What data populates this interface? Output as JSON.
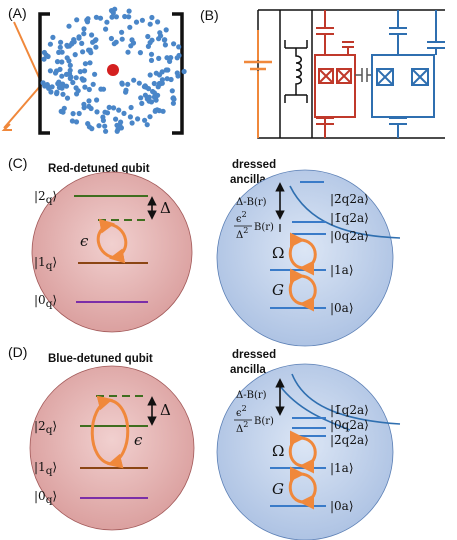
{
  "panels": {
    "a": {
      "label": "(A)"
    },
    "b": {
      "label": "(B)"
    },
    "c": {
      "label": "(C)",
      "qubit_title": "Red-detuned qubit",
      "ancilla_title_1": "dressed",
      "ancilla_title_2": "ancilla",
      "qubit_levels": [
        "|2",
        "|1",
        "|0"
      ],
      "qubit_subscript": "q",
      "delta": "Δ",
      "epsilon": "ϵ",
      "omega": "Ω",
      "g": "G",
      "shift_label": "Δ-B(r)",
      "disp_num": "ϵ",
      "disp_den": "Δ",
      "disp_tail": "B(r)",
      "ancilla_levels": [
        "|2̄q2a⟩",
        "|1̄q2a⟩",
        "|0q2a⟩",
        "|1a⟩",
        "|0a⟩"
      ]
    },
    "d": {
      "label": "(D)",
      "qubit_title": "Blue-detuned qubit",
      "ancilla_title_1": "dressed",
      "ancilla_title_2": "ancilla",
      "ancilla_levels": [
        "|1̄q2a⟩",
        "|0q2a⟩",
        "|2̄q2a⟩",
        "|1a⟩",
        "|0a⟩"
      ]
    }
  },
  "colors": {
    "qubit_circle": "#e7b3b3",
    "ancilla_circle": "#c6d6ef",
    "orange": "#f0883b",
    "red_circuit": "#c0392b",
    "blue_circuit": "#2f6fb0",
    "level_green": "#3f6e1f",
    "level_brown": "#8b4513",
    "level_purple": "#7b2ea8",
    "level_blue": "#3a7bc8"
  }
}
